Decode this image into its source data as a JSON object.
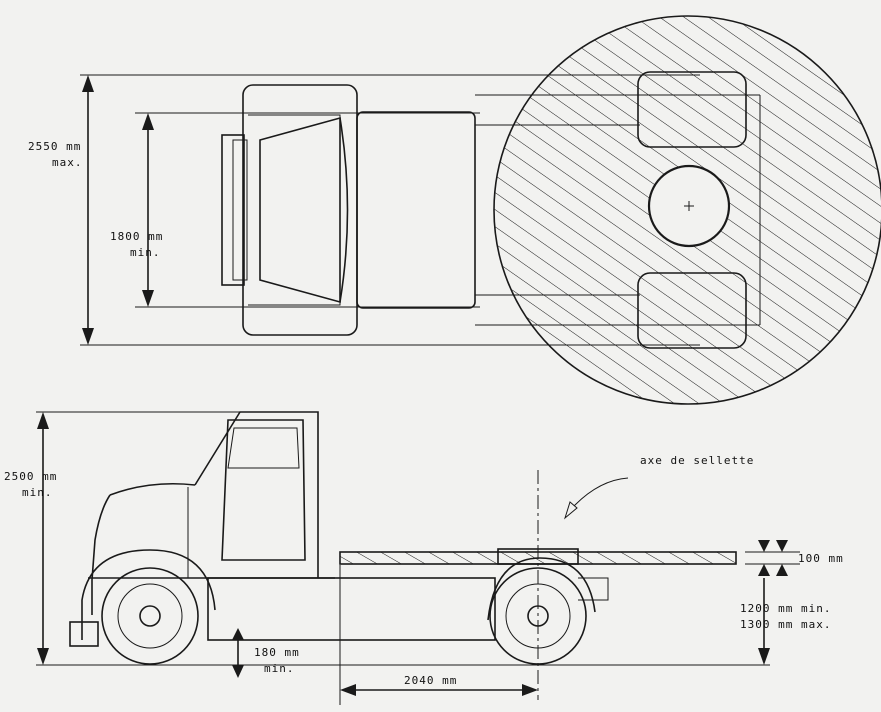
{
  "labels": {
    "width_max_value": "2550 mm",
    "width_max_qual": "max.",
    "track_min_value": "1800 mm",
    "track_min_qual": "min.",
    "height_min_value": "2500 mm",
    "height_min_qual": "min.",
    "axis_label": "axe de sellette",
    "platform_label": "100 mm",
    "coupling_min": "1200 mm min.",
    "coupling_max": "1300 mm max.",
    "clearance_value": "180 mm",
    "clearance_qual": "min.",
    "wheelbase_label": "2040 mm"
  },
  "colors": {
    "ink": "#1a1a1a",
    "paper": "#f2f2f0"
  }
}
